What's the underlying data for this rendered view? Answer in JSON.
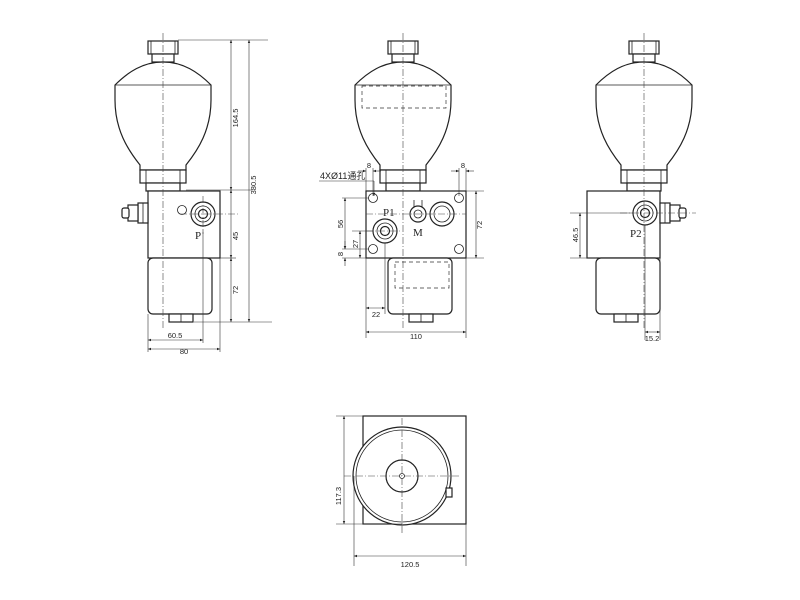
{
  "views": {
    "front_left": {
      "port_label": "P",
      "dims": {
        "accumulator_height": "164.5",
        "total_height": "380.5",
        "block_height": "45",
        "motor_height": "72",
        "port_offset": "60.5",
        "block_width": "80"
      }
    },
    "front_center": {
      "port_labels": {
        "p1": "P1",
        "m": "M"
      },
      "note": "4XØ11通孔",
      "dims": {
        "hole_left": "8",
        "hole_right": "8",
        "hole_pitch_v": "56",
        "p1_height": "27",
        "edge_bottom": "8",
        "block_height": "72",
        "p1_offset": "22",
        "block_width": "110"
      }
    },
    "front_right": {
      "port_label": "P2",
      "dims": {
        "port_height": "46.5",
        "fitting_offset": "15.2"
      }
    },
    "bottom": {
      "dims": {
        "height": "117.3",
        "width": "120.5"
      }
    }
  }
}
